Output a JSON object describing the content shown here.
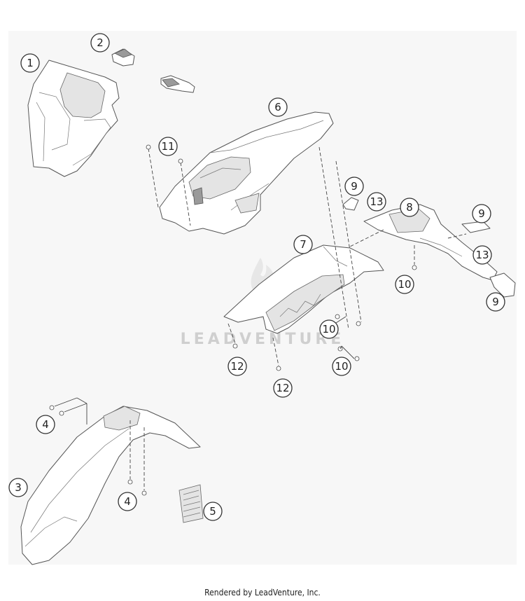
{
  "diagram": {
    "callouts": [
      {
        "id": "c1",
        "label": "1"
      },
      {
        "id": "c2",
        "label": "2"
      },
      {
        "id": "c3",
        "label": "3"
      },
      {
        "id": "c4a",
        "label": "4"
      },
      {
        "id": "c4b",
        "label": "4"
      },
      {
        "id": "c5",
        "label": "5"
      },
      {
        "id": "c6",
        "label": "6"
      },
      {
        "id": "c7",
        "label": "7"
      },
      {
        "id": "c8",
        "label": "8"
      },
      {
        "id": "c9a",
        "label": "9"
      },
      {
        "id": "c9b",
        "label": "9"
      },
      {
        "id": "c9c",
        "label": "9"
      },
      {
        "id": "c10a",
        "label": "10"
      },
      {
        "id": "c10b",
        "label": "10"
      },
      {
        "id": "c10c",
        "label": "10"
      },
      {
        "id": "c11",
        "label": "11"
      },
      {
        "id": "c12a",
        "label": "12"
      },
      {
        "id": "c12b",
        "label": "12"
      },
      {
        "id": "c13a",
        "label": "13"
      },
      {
        "id": "c13b",
        "label": "13"
      }
    ],
    "watermark": "LEADVENTURE"
  },
  "footer": {
    "text": "Rendered by LeadVenture, Inc."
  }
}
